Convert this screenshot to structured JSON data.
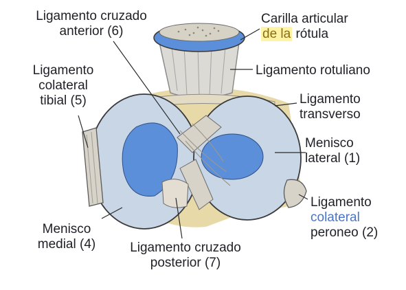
{
  "labels": {
    "acl_line1": "Ligamento cruzado",
    "acl_line2": "anterior (6)",
    "facet_line1": "Carilla articular",
    "facet_line2_hl": "de la",
    "facet_line2_rest": " rótula",
    "patellar": "Ligamento rotuliano",
    "mcl_line1": "Ligamento",
    "mcl_line2": "colateral",
    "mcl_line3": "tibial (5)",
    "transverse_line1": "Ligamento",
    "transverse_line2": "transverso",
    "lat_menisc_line1": "Menisco",
    "lat_menisc_line2": "lateral (1)",
    "lcl_line1": "Ligamento",
    "lcl_line2": "colateral",
    "lcl_line3": "peroneo (2)",
    "med_menisc_line1": "Menisco",
    "med_menisc_line2": "medial (4)",
    "pcl_line1": "Ligamento cruzado",
    "pcl_line2": "posterior (7)"
  },
  "colors": {
    "meniscus": "#c9d6e6",
    "cartilage_blue": "#5b8fd9",
    "ligament": "#d8d3c8",
    "bone_tan": "#e8d9a8",
    "outline": "#3a3a3a",
    "leader": "#2b2b2b"
  }
}
